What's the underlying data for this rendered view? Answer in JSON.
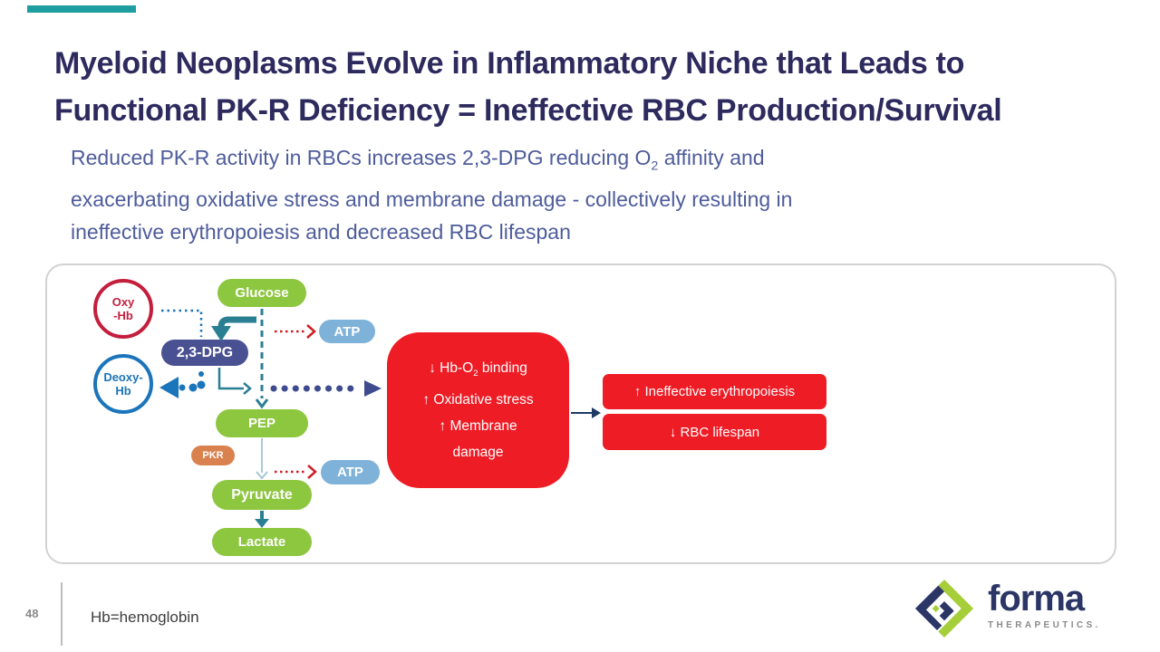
{
  "colors": {
    "accent_teal": "#1E9EA0",
    "title_navy": "#2D2A5E",
    "subtitle_slate": "#4E5C9B",
    "green": "#8DC63F",
    "indigo": "#4A5192",
    "steel_blue": "#7FB2D9",
    "orange": "#D9824F",
    "red": "#EE1C25",
    "crimson": "#C41E3D",
    "blue": "#1B75BB",
    "teal": "#2B7F93",
    "navy_dots": "#3E4B8E",
    "arrow_navy": "#1F3864",
    "light_blue_arrow": "#9FC2D2",
    "dotted_red": "#CC2027",
    "gray_text": "#8A8A8A",
    "logo_navy": "#2B3566",
    "logo_green": "#A6CE39"
  },
  "header": {
    "title_line1": "Myeloid Neoplasms Evolve in Inflammatory Niche that Leads to",
    "title_line2": "Functional PK-R Deficiency = Ineffective RBC Production/Survival",
    "subtitle_line1_pre": "Reduced PK-R activity in RBCs increases 2,3-DPG reducing O",
    "subtitle_line1_sub": "2",
    "subtitle_line1_post": " affinity and",
    "subtitle_line2": "exacerbating oxidative stress and membrane damage - collectively resulting in",
    "subtitle_line3": "ineffective erythropoiesis and decreased RBC lifespan"
  },
  "diagram": {
    "oxy_hb_line1": "Oxy",
    "oxy_hb_line2": "-Hb",
    "deoxy_hb_line1": "Deoxy-",
    "deoxy_hb_line2": "Hb",
    "glucose": "Glucose",
    "dpg": "2,3-DPG",
    "atp_top": "ATP",
    "pep": "PEP",
    "pkr": "PKR",
    "atp_bottom": "ATP",
    "pyruvate": "Pyruvate",
    "lactate": "Lactate",
    "effects_line1_pre": "↓ Hb-O",
    "effects_line1_sub": "2",
    "effects_line1_post": " binding",
    "effects_line2": "↑ Oxidative stress",
    "effects_line3": "↑ Membrane",
    "effects_line4": "damage",
    "outcome_top": "↑ Ineffective erythropoiesis",
    "outcome_bottom": "↓ RBC lifespan"
  },
  "footer": {
    "page_number": "48",
    "note": "Hb=hemoglobin",
    "logo_name": "forma",
    "logo_tagline": "THERAPEUTICS."
  }
}
